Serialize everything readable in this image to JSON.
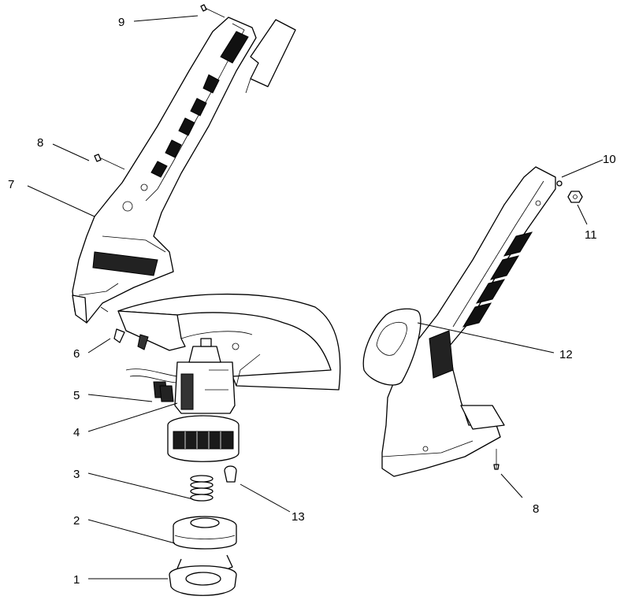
{
  "callouts": [
    {
      "id": "1",
      "text": "1"
    },
    {
      "id": "2",
      "text": "2"
    },
    {
      "id": "3",
      "text": "3"
    },
    {
      "id": "4",
      "text": "4"
    },
    {
      "id": "5",
      "text": "5"
    },
    {
      "id": "6",
      "text": "6"
    },
    {
      "id": "7",
      "text": "7"
    },
    {
      "id": "8a",
      "text": "8"
    },
    {
      "id": "8b",
      "text": "8"
    },
    {
      "id": "9",
      "text": "9"
    },
    {
      "id": "10",
      "text": "10"
    },
    {
      "id": "11",
      "text": "11"
    },
    {
      "id": "12",
      "text": "12"
    },
    {
      "id": "13",
      "text": "13"
    }
  ]
}
